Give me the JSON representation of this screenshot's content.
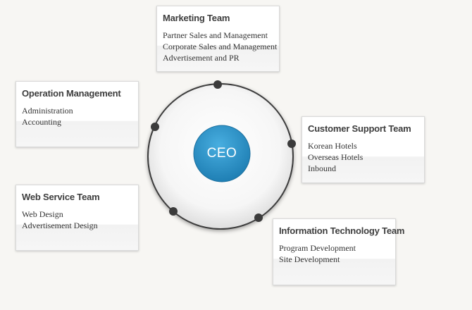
{
  "center": {
    "label": "CEO"
  },
  "teams": {
    "marketing": {
      "title": "Marketing Team",
      "items": [
        "Partner Sales and Management",
        "Corporate Sales and Management",
        "Advertisement and PR"
      ]
    },
    "operation": {
      "title": "Operation Management",
      "items": [
        "Administration",
        "Accounting"
      ]
    },
    "customer": {
      "title": "Customer Support Team",
      "items": [
        "Korean Hotels",
        "Overseas Hotels",
        "Inbound"
      ]
    },
    "webservice": {
      "title": "Web Service Team",
      "items": [
        "Web Design",
        "Advertisement Design"
      ]
    },
    "it": {
      "title": "Information Technology Team",
      "items": [
        "Program Development",
        "Site Development"
      ]
    }
  },
  "colors": {
    "ceo_fill": "#2a8fc4",
    "node_dot": "#3b3b3b",
    "ring_border": "#3e3e3e"
  }
}
